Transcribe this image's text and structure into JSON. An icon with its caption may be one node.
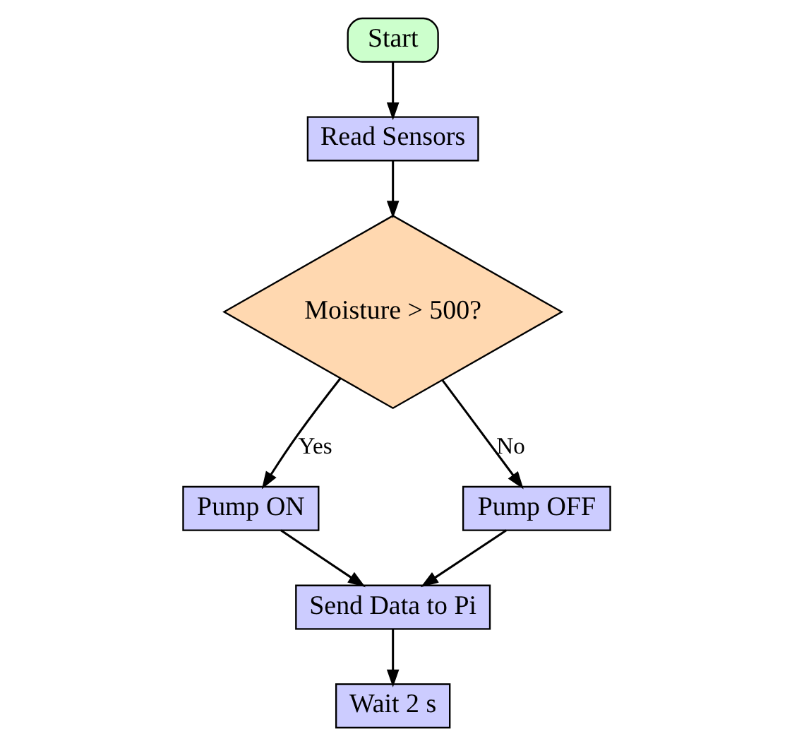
{
  "diagram": {
    "nodes": [
      {
        "text": [
          "Start"
        ]
      },
      {
        "text": [
          "Read Sensors"
        ]
      },
      {
        "text": [
          "Moisture > 500?"
        ]
      },
      {
        "text": [
          "Pump ON"
        ]
      },
      {
        "text": [
          "Pump OFF"
        ]
      },
      {
        "text": [
          "Send Data to Pi"
        ]
      },
      {
        "text": [
          "Wait 2 s"
        ]
      }
    ],
    "edges": [
      {
        "from": 0,
        "to": 1,
        "arrow": "to"
      },
      {
        "from": 1,
        "to": 2,
        "arrow": "to"
      },
      {
        "from": 2,
        "to": 3,
        "arrow": "to",
        "label": "Yes"
      },
      {
        "from": 2,
        "to": 4,
        "arrow": "to",
        "label": "No"
      },
      {
        "from": 3,
        "to": 5,
        "arrow": "to"
      },
      {
        "from": 4,
        "to": 5,
        "arrow": "to"
      },
      {
        "from": 5,
        "to": 6,
        "arrow": "to"
      }
    ]
  }
}
